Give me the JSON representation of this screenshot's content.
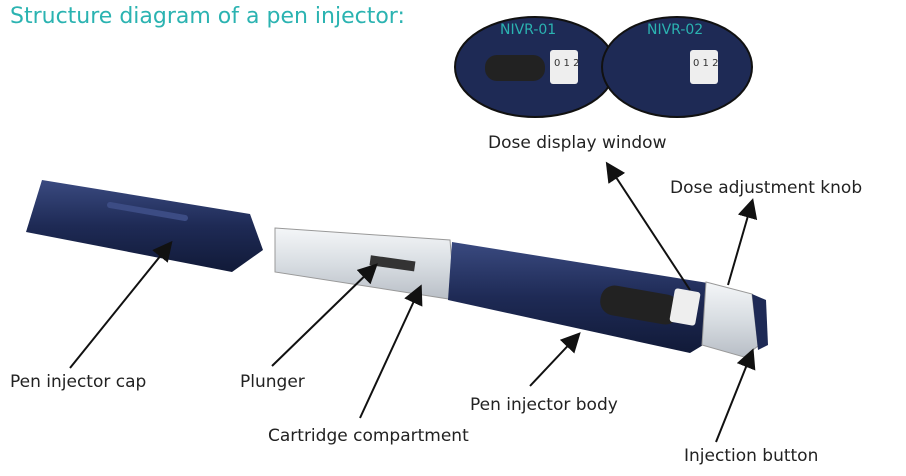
{
  "title": "Structure diagram of a pen injector:",
  "insets": [
    {
      "label": "NIVR-01",
      "dose_digits": "0 1 2"
    },
    {
      "label": "NIVR-02",
      "dose_digits": "0 1 2"
    }
  ],
  "labels": {
    "dose_display_window": "Dose display window",
    "dose_adjustment_knob": "Dose adjustment knob",
    "pen_injector_cap": "Pen injector cap",
    "plunger": "Plunger",
    "pen_injector_body": "Pen injector body",
    "cartridge_compartment": "Cartridge compartment",
    "injection_button": "Injection button"
  },
  "colors": {
    "title": "#2bb3b1",
    "pen": "#1e2a55",
    "label": "#222222"
  }
}
